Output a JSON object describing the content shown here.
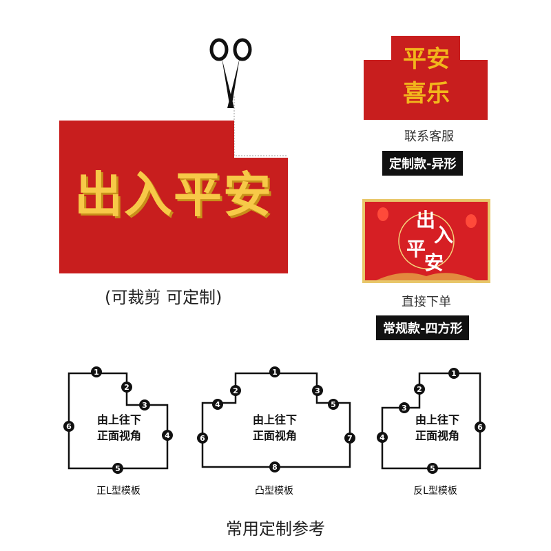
{
  "main": {
    "title": "出入平安",
    "note": "(可裁剪 可定制)"
  },
  "right": {
    "card1": {
      "mat_text": [
        "平安",
        "喜乐"
      ],
      "label": "联系客服",
      "badge": "定制款-异形"
    },
    "card2": {
      "mat_text": [
        "出",
        "入",
        "平",
        "安"
      ],
      "label": "直接下单",
      "badge": "常规款-四方形"
    }
  },
  "templates": [
    {
      "text_line1": "由上往下",
      "text_line2": "正面视角",
      "caption": "正L型模板",
      "numbers": [
        "1",
        "2",
        "3",
        "4",
        "5",
        "6"
      ]
    },
    {
      "text_line1": "由上往下",
      "text_line2": "正面视角",
      "caption": "凸型模板",
      "numbers": [
        "1",
        "2",
        "3",
        "4",
        "5",
        "6",
        "7",
        "8"
      ]
    },
    {
      "text_line1": "由上往下",
      "text_line2": "正面视角",
      "caption": "反L型模板",
      "numbers": [
        "1",
        "2",
        "3",
        "4",
        "5",
        "6"
      ]
    }
  ],
  "footer": {
    "title": "常用定制参考"
  },
  "colors": {
    "mat_red": "#c81e1e",
    "gold": "#f7c948",
    "badge_bg": "#111111"
  },
  "icons": {
    "scissors": "scissors-icon"
  }
}
